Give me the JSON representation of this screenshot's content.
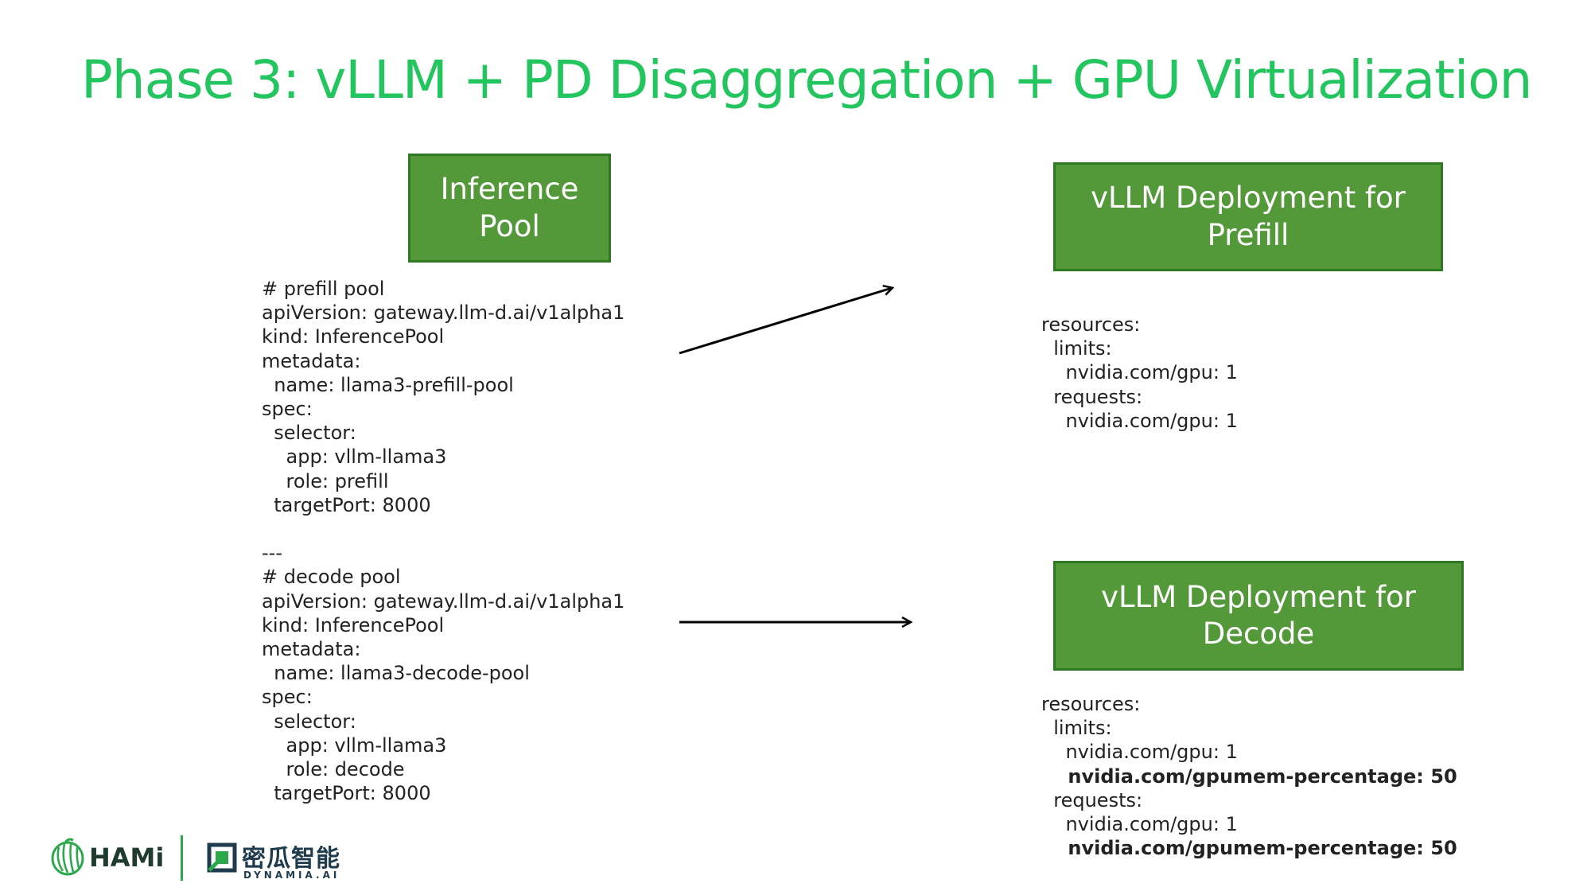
{
  "title": "Phase 3: vLLM + PD Disaggregation + GPU Virtualization",
  "colors": {
    "title": "#22c55e",
    "box_fill": "#53993a",
    "box_border": "#2e7a22",
    "arrow": "#000000"
  },
  "boxes": {
    "inference_pool": "Inference\nPool",
    "prefill": "vLLM Deployment for Prefill",
    "decode": "vLLM Deployment for\nDecode"
  },
  "pools_yaml": [
    {
      "text": "# prefill pool"
    },
    {
      "text": "apiVersion: gateway.llm-d.ai/v1alpha1"
    },
    {
      "text": "kind: InferencePool"
    },
    {
      "text": "metadata:"
    },
    {
      "text": "  name: llama3-prefill-pool"
    },
    {
      "text": "spec:"
    },
    {
      "text": "  selector:"
    },
    {
      "text": "    app: vllm-llama3"
    },
    {
      "text": "    role: prefill"
    },
    {
      "text": "  targetPort: 8000"
    },
    {
      "text": ""
    },
    {
      "text": "---"
    },
    {
      "text": "# decode pool"
    },
    {
      "text": "apiVersion: gateway.llm-d.ai/v1alpha1"
    },
    {
      "text": "kind: InferencePool"
    },
    {
      "text": "metadata:"
    },
    {
      "text": "  name: llama3-decode-pool"
    },
    {
      "text": "spec:"
    },
    {
      "text": "  selector:"
    },
    {
      "text": "    app: vllm-llama3"
    },
    {
      "text": "    role: decode"
    },
    {
      "text": "  targetPort: 8000"
    }
  ],
  "prefill_resources": [
    {
      "text": "resources:"
    },
    {
      "text": "  limits:"
    },
    {
      "text": "    nvidia.com/gpu: 1"
    },
    {
      "text": "  requests:"
    },
    {
      "text": "    nvidia.com/gpu: 1"
    }
  ],
  "decode_resources": [
    {
      "text": "resources:"
    },
    {
      "text": "  limits:"
    },
    {
      "text": "    nvidia.com/gpu: 1"
    },
    {
      "text": "    nvidia.com/gpumem-percentage: 50",
      "bold": true
    },
    {
      "text": "  requests:"
    },
    {
      "text": "    nvidia.com/gpu: 1"
    },
    {
      "text": "    nvidia.com/gpumem-percentage: 50",
      "bold": true
    }
  ],
  "logos": {
    "hami": "HAMi",
    "dynamia_cn": "密瓜智能",
    "dynamia_en": "DYNAMIA.AI"
  }
}
